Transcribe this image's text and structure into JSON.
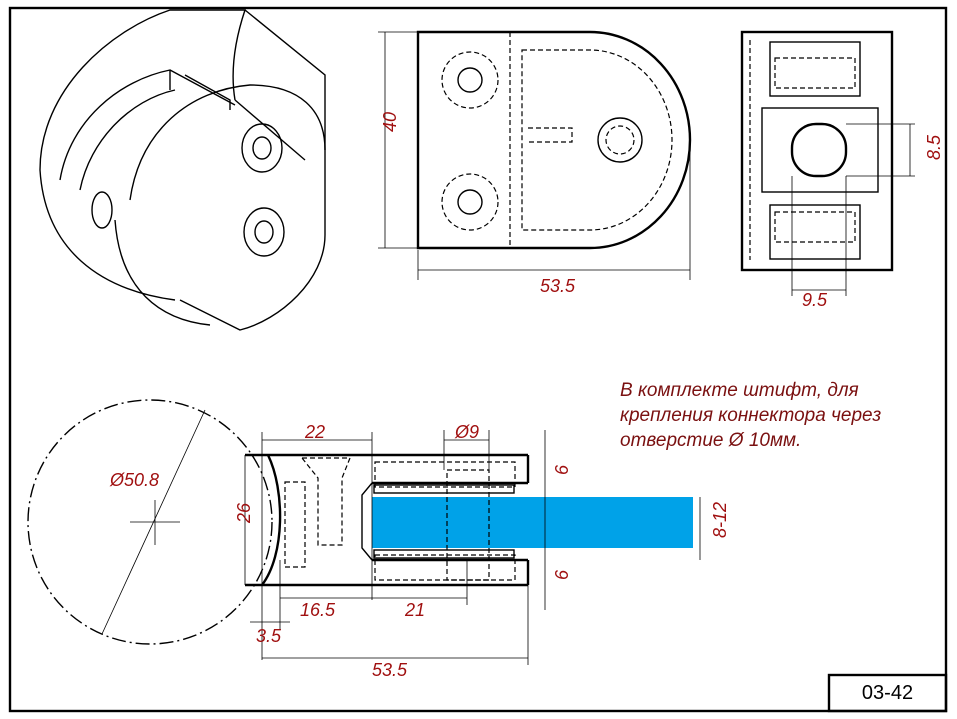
{
  "drawing_code": "03-42",
  "note_lines": [
    "В комплекте штифт, для",
    "крепления коннектора через",
    "отверстие Ø 10мм."
  ],
  "colors": {
    "glass": "#00a2e8",
    "dimension_text": "#a01010"
  },
  "front_view": {
    "height_dim": "40",
    "width_dim": "53.5"
  },
  "side_view": {
    "slot_dim": "8.5",
    "offset_dim": "9.5"
  },
  "section_view": {
    "circle_dim": "Ø50.8",
    "dim_22": "22",
    "dim_d9": "Ø9",
    "dim_26": "26",
    "dim_6_top": "6",
    "dim_glass": "8-12",
    "dim_6_bottom": "6",
    "dim_16_5": "16.5",
    "dim_21": "21",
    "dim_3_5": "3.5",
    "dim_53_5": "53.5"
  }
}
